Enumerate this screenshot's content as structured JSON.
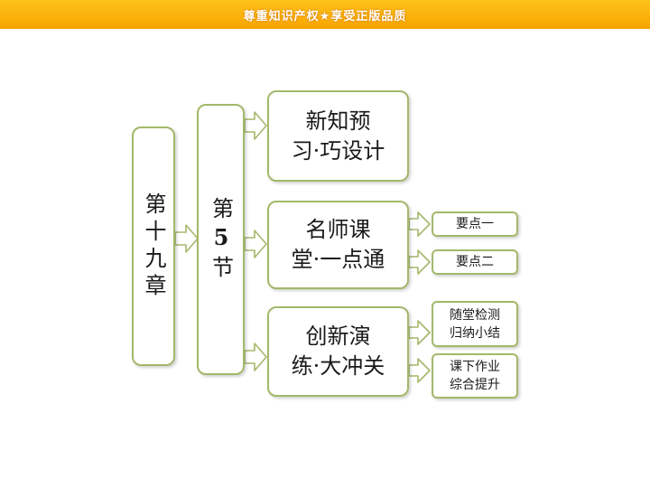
{
  "banner": {
    "text": "尊重知识产权★享受正版品质"
  },
  "chapter": {
    "label": "第十九章"
  },
  "section": {
    "label_a": "第",
    "label_num": "5",
    "label_b": "节"
  },
  "branches": [
    {
      "label": "新知预\n习·巧设计",
      "children": []
    },
    {
      "label": "名师课\n堂·一点通",
      "children": [
        {
          "label": "要点一"
        },
        {
          "label": "要点二"
        }
      ]
    },
    {
      "label": "创新演\n练·大冲关",
      "children": [
        {
          "label": "随堂检测\n归纳小结"
        },
        {
          "label": "课下作业\n综合提升"
        }
      ]
    }
  ],
  "colors": {
    "border": "#a3b86a",
    "arrow_fill": "#ffffff",
    "banner": "#f9b000"
  }
}
